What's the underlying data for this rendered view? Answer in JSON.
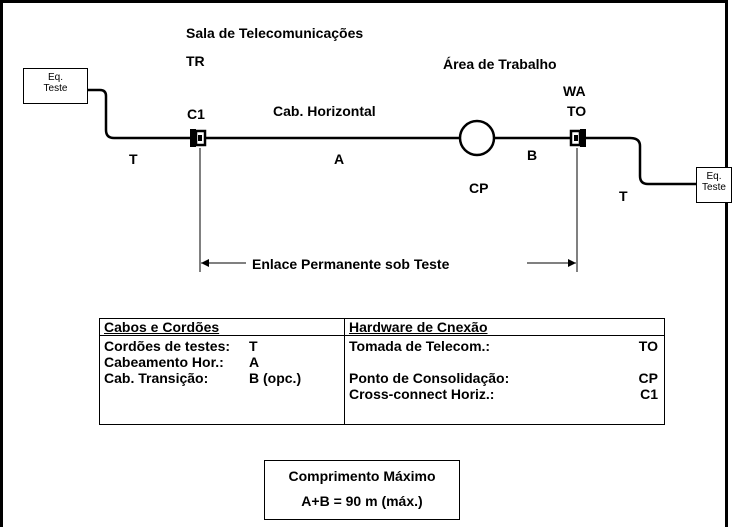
{
  "labels": {
    "tr_room": "Sala de Telecomunicações",
    "tr": "TR",
    "work_area": "Área de Trabalho",
    "wa": "WA",
    "c1": "C1",
    "horizontal_cable": "Cab. Horizontal",
    "to": "TO",
    "t_left": "T",
    "a": "A",
    "b": "B",
    "cp": "CP",
    "t_right": "T",
    "permanent_link": "Enlace Permanente sob Teste"
  },
  "test_equipment": {
    "left": [
      "Eq.",
      "Teste"
    ],
    "right": [
      "Eq.",
      "Teste"
    ]
  },
  "legend": {
    "left_header": "Cabos e Cordões",
    "right_header": "Hardware de Cnexão",
    "left_rows": [
      {
        "key": "Cordões de testes:",
        "value": "T"
      },
      {
        "key": "Cabeamento Hor.:",
        "value": "A"
      },
      {
        "key": "Cab. Transição:",
        "value": "B (opc.)"
      }
    ],
    "right_rows": [
      {
        "key": "Tomada de Telecom.:",
        "value": "TO"
      },
      {
        "key": "",
        "value": ""
      },
      {
        "key": "Ponto de Consolidação:",
        "value": "CP"
      },
      {
        "key": "Cross-connect Horiz.:",
        "value": "C1"
      }
    ]
  },
  "max_length": {
    "title": "Comprimento Máximo",
    "value": "A+B = 90 m (máx.)"
  }
}
